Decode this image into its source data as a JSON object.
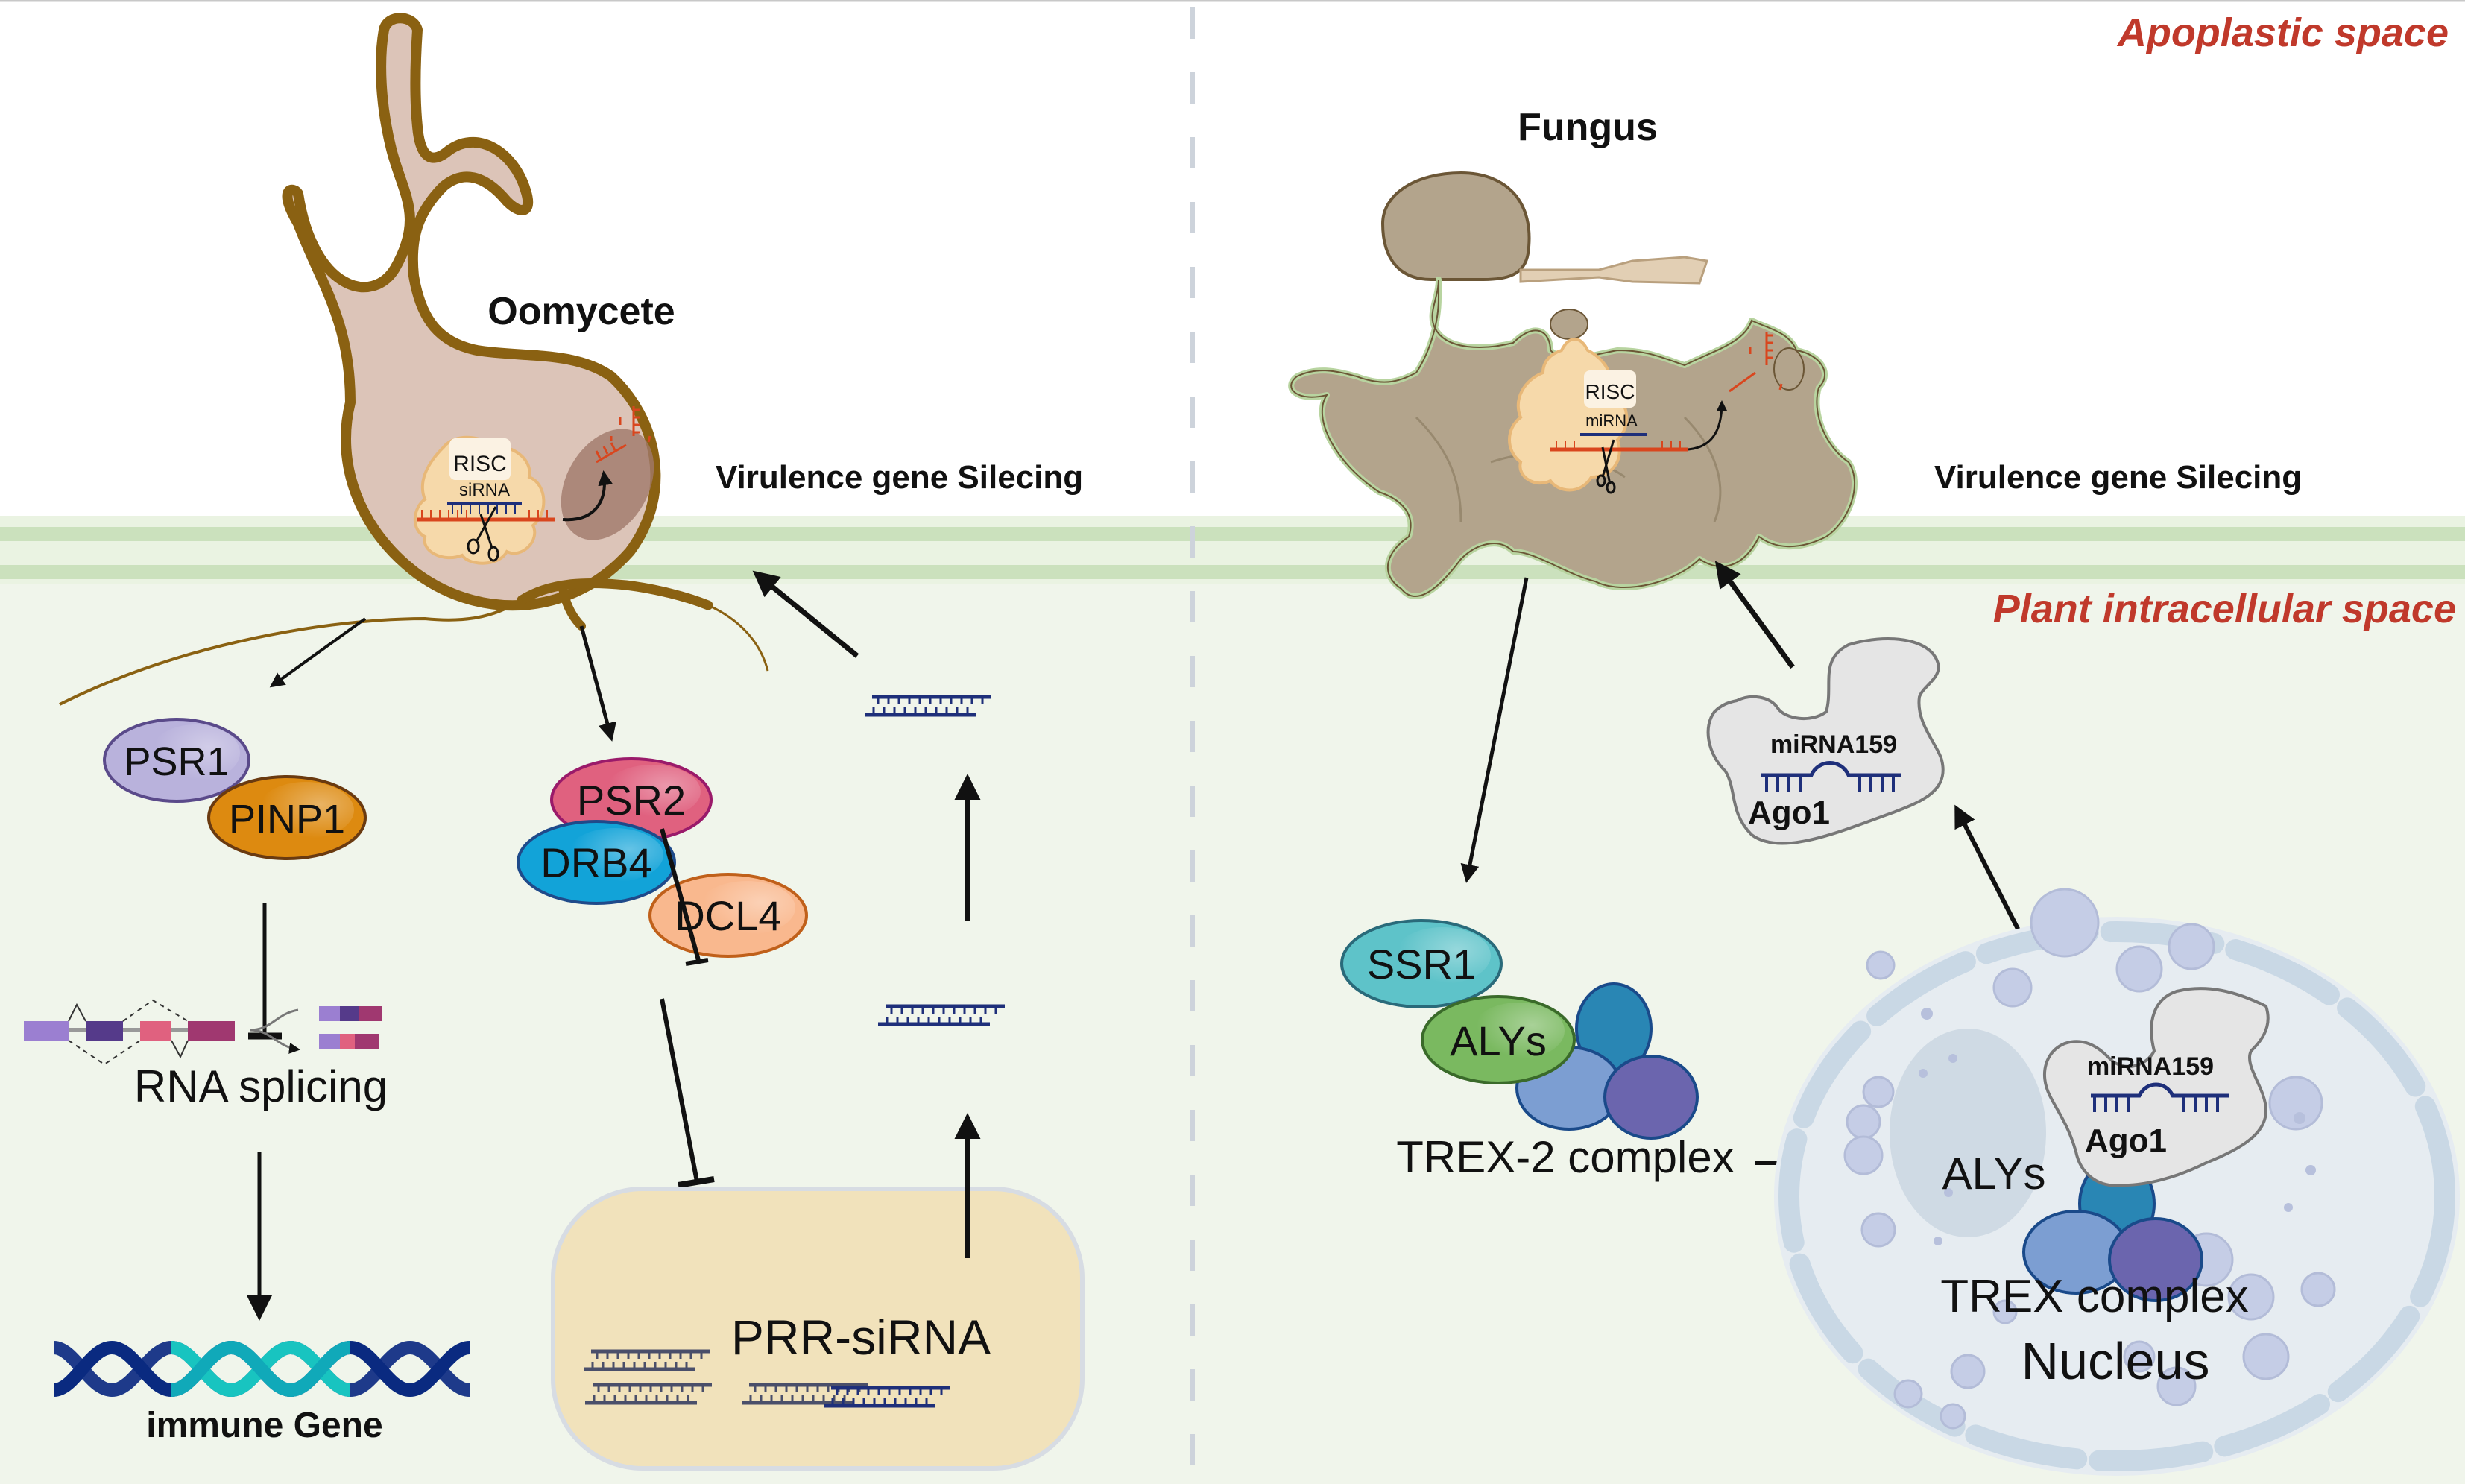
{
  "regions": {
    "apoplastic": "Apoplastic space",
    "intracellular": "Plant intracellular space"
  },
  "left_panel": {
    "organism": "Oomycete",
    "risc_label": "RISC",
    "sirna_label": "siRNA",
    "silencing_label": "Virulence gene Silecing",
    "proteins": {
      "psr1": "PSR1",
      "pinp1": "PINP1",
      "psr2": "PSR2",
      "drb4": "DRB4",
      "dcl4": "DCL4"
    },
    "rna_splicing": "RNA splicing",
    "immune_gene": "immune Gene",
    "prr_sirna": "PRR-siRNA"
  },
  "right_panel": {
    "organism": "Fungus",
    "risc_label": "RISC",
    "mirna_label": "miRNA",
    "silencing_label": "Virulence gene Silecing",
    "ago_top": {
      "mirna": "miRNA159",
      "ago": "Ago1"
    },
    "ago_nucleus": {
      "mirna": "miRNA159",
      "ago": "Ago1"
    },
    "proteins": {
      "ssr1": "SSR1",
      "alys_cyto": "ALYs",
      "alys_nuc": "ALYs"
    },
    "trex2": "TREX-2 complex",
    "trex": "TREX complex",
    "nucleus": "Nucleus"
  },
  "colors": {
    "region_label": "#c0392b",
    "membrane": "#cfe3c1",
    "cytoplasm": "#f0f5eb",
    "oomycete_fill": "#dcc4b8",
    "oomycete_outline": "#8a6112",
    "fungus_fill": "#b3a48c",
    "sirna_blue": "#1e2f7a",
    "target_red": "#d9461e",
    "psr1": "#b9b2dc",
    "pinp1": "#dd8a10",
    "psr2": "#e0617f",
    "drb4": "#12a3d8",
    "dcl4": "#f9b88e",
    "ssr1": "#5ec3c9",
    "alys": "#7ab960",
    "mirna159": "#c8302a",
    "ago": "#e5e5e5"
  }
}
